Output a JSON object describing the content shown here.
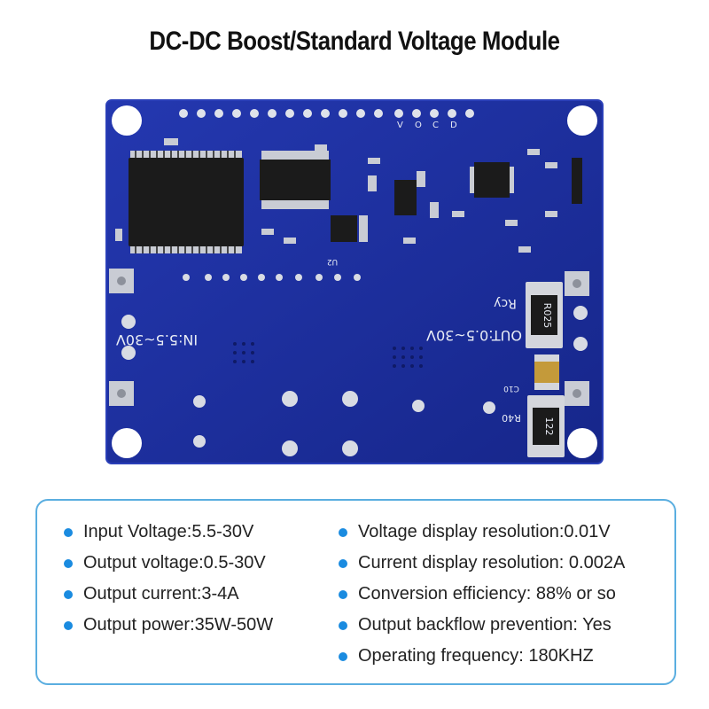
{
  "title": "DC-DC Boost/Standard Voltage Module",
  "board": {
    "input_label": "IN:5.5~30V",
    "output_label": "OUT:0.5~30V",
    "rcy_label": "Rcy",
    "r025_label": "R025",
    "r122_label": "122",
    "r40_label": "R40",
    "c10_label": "C10",
    "u2_label": "U2",
    "pin_labels": [
      "V",
      "O",
      "C",
      "D"
    ],
    "colors": {
      "pcb": "#1d2f9a",
      "pcb_edge": "#2a3fb8",
      "pad": "#c9ccd4",
      "chip": "#1b1b1b"
    }
  },
  "specs": {
    "left": [
      "Input Voltage:5.5-30V",
      "Output voltage:0.5-30V",
      "Output current:3-4A",
      "Output power:35W-50W"
    ],
    "right": [
      "Voltage display resolution:0.01V",
      "Current display resolution: 0.002A",
      "Conversion efficiency: 88% or so",
      "Output backflow prevention: Yes",
      "Operating frequency: 180KHZ"
    ]
  },
  "accent_color": "#1a8be0",
  "border_color": "#5aaee0"
}
